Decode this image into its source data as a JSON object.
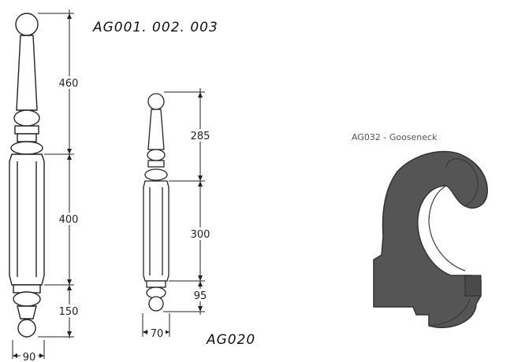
{
  "labels": {
    "post_large_code": "AG001. 002. 003",
    "post_small_code": "AG020",
    "gooseneck_caption": "AG032 - Gooseneck"
  },
  "dimensions": {
    "large": {
      "top": "460",
      "middle": "400",
      "bottom": "150",
      "width": "90"
    },
    "small": {
      "top": "285",
      "middle": "300",
      "bottom": "95",
      "width": "70"
    }
  },
  "colors": {
    "line": "#222222",
    "gooseneck_fill": "#555555",
    "gooseneck_edge": "#333333"
  }
}
